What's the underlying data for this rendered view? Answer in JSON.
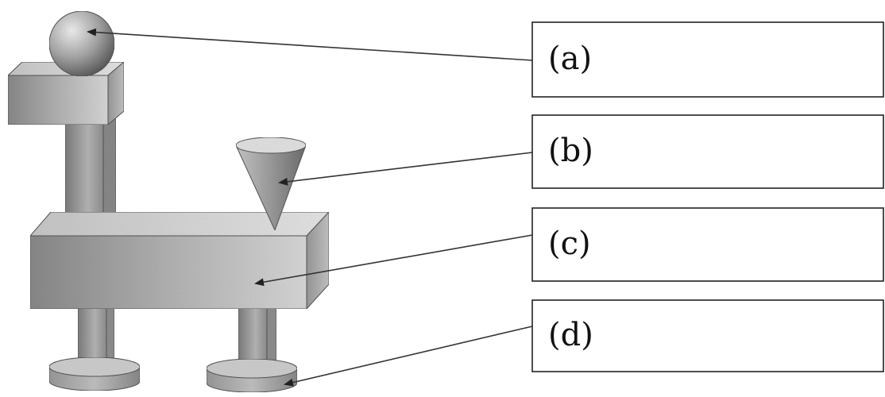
{
  "labels": [
    {
      "id": "a",
      "text": "(a)"
    },
    {
      "id": "b",
      "text": "(b)"
    },
    {
      "id": "c",
      "text": "(c)"
    },
    {
      "id": "d",
      "text": "(d)"
    }
  ],
  "shapes": [
    "sphere",
    "cone",
    "cuboid",
    "cylinder"
  ]
}
